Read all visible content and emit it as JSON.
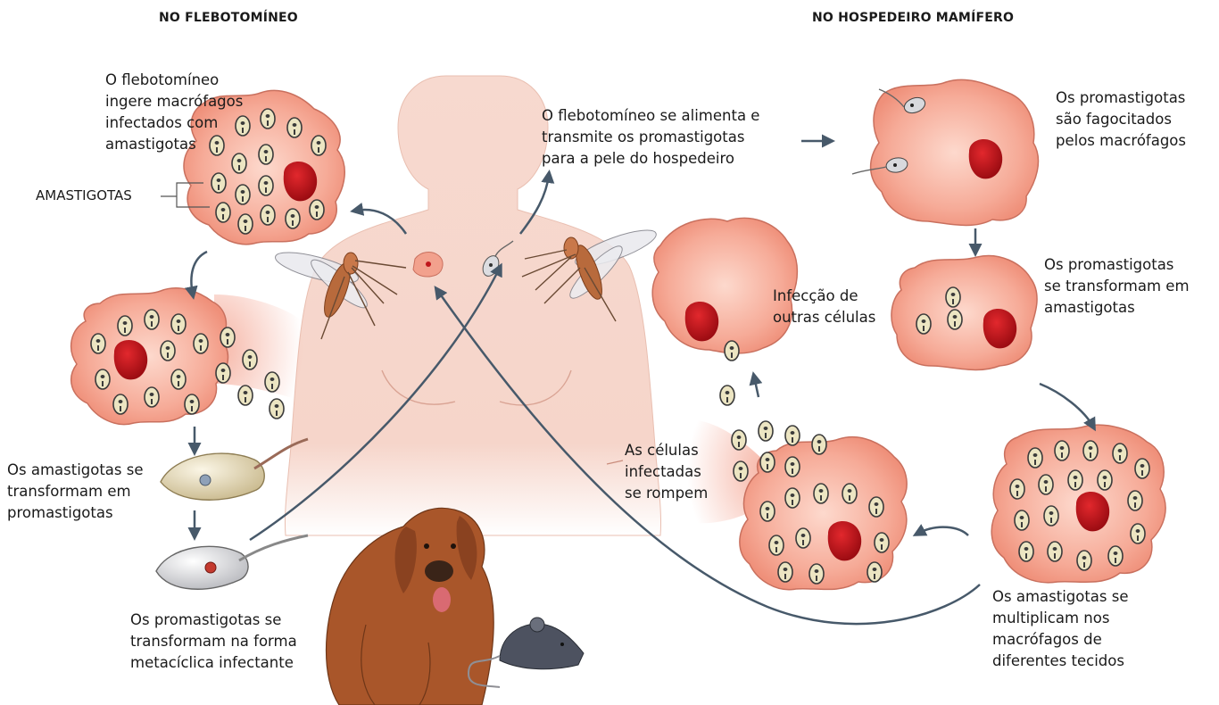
{
  "headers": {
    "left": "NO FLEBOTOMÍNEO",
    "right": "NO HOSPEDEIRO MAMÍFERO"
  },
  "labels": {
    "ingest": [
      "O flebotomíneo",
      "ingere macrófagos",
      "infectados com",
      "amastigotas"
    ],
    "amastigotas": "AMASTIGOTAS",
    "feeds": [
      "O flebotomíneo se alimenta e",
      "transmite os promastigotas",
      "para a pele do hospedeiro"
    ],
    "phagocyt": [
      "Os promastigotas",
      "são fagocitados",
      "pelos macrófagos"
    ],
    "transform_amast": [
      "Os promastigotas",
      "se transformam em",
      "amastigotas"
    ],
    "infection_other": [
      "Infecção de",
      "outras células"
    ],
    "ruptured": [
      "As células",
      "infectadas",
      "se rompem"
    ],
    "amast_to_promast": [
      "Os amastigotas se",
      "transformam em",
      "promastigotas"
    ],
    "metacyclic": [
      "Os promastigotas se",
      "transformam na forma",
      "metacíclica infectante"
    ],
    "multiply": [
      "Os amastigotas se",
      "multiplicam nos",
      "macrófagos de",
      "diferentes tecidos"
    ]
  },
  "colors": {
    "cell_fill": "#f4a592",
    "cell_stroke": "#c9705e",
    "nucleus": "#c0151b",
    "parasite": "#e9e2c0",
    "skin": "#f6d7cc",
    "arrow": "#47596a"
  }
}
